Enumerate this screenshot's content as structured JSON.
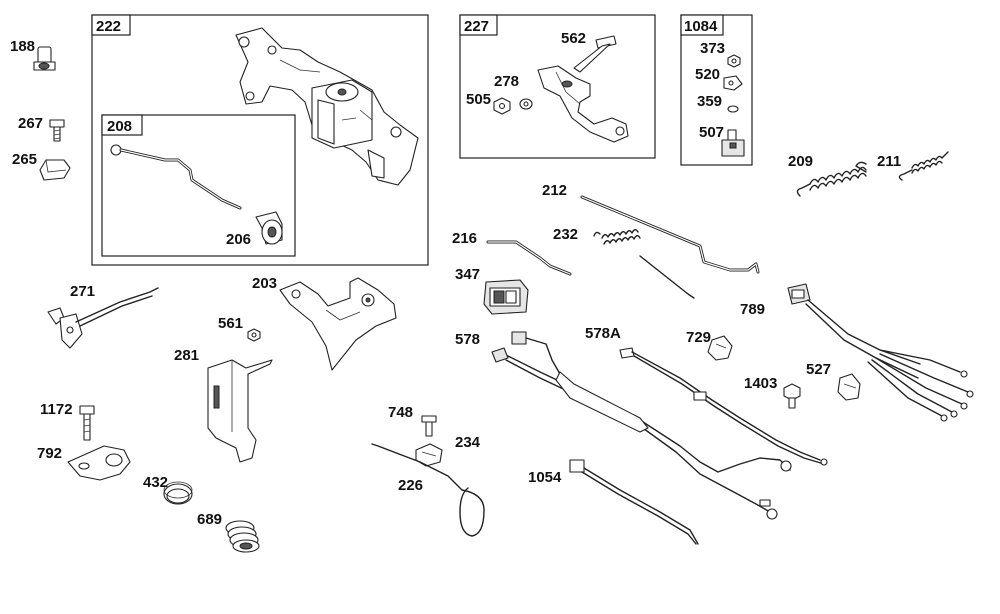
{
  "labels": {
    "p188": "188",
    "p267": "267",
    "p265": "265",
    "p222": "222",
    "p208": "208",
    "p206": "206",
    "p227": "227",
    "p562": "562",
    "p278": "278",
    "p505": "505",
    "p1084": "1084",
    "p373": "373",
    "p520": "520",
    "p359": "359",
    "p507": "507",
    "p209": "209",
    "p211": "211",
    "p212": "212",
    "p216": "216",
    "p232": "232",
    "p347": "347",
    "p789": "789",
    "p271": "271",
    "p203": "203",
    "p561": "561",
    "p281": "281",
    "p578": "578",
    "p578a": "578A",
    "p729": "729",
    "p527": "527",
    "p1403": "1403",
    "p1172": "1172",
    "p748": "748",
    "p234": "234",
    "p792": "792",
    "p226": "226",
    "p1054": "1054",
    "p432": "432",
    "p689": "689"
  }
}
